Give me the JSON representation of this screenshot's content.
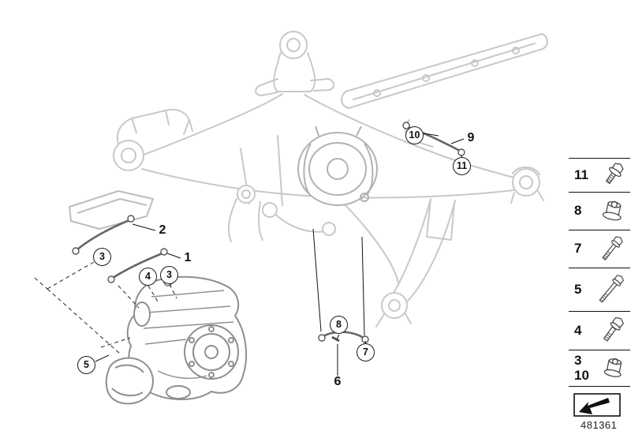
{
  "diagram": {
    "code": "481361",
    "callouts": [
      {
        "label": "10"
      },
      {
        "label": "11"
      },
      {
        "label": "3"
      },
      {
        "label": "4"
      },
      {
        "label": "3"
      },
      {
        "label": "5"
      },
      {
        "label": "8"
      },
      {
        "label": "7"
      }
    ],
    "labels": [
      {
        "label": "9"
      },
      {
        "label": "2"
      },
      {
        "label": "1"
      },
      {
        "label": "6"
      }
    ]
  },
  "sidebar": {
    "items": [
      {
        "number": "11",
        "icon": "flange-screw-icon"
      },
      {
        "number": "8",
        "icon": "flange-nut-icon"
      },
      {
        "number": "7",
        "icon": "hex-screw-icon"
      },
      {
        "number": "5",
        "icon": "hex-screw-long-icon"
      },
      {
        "number": "4",
        "icon": "hex-screw-icon"
      },
      {
        "number": "3",
        "number_secondary": "10",
        "icon": "flange-nut-icon"
      }
    ],
    "direction_arrow_icon": "direction-of-travel-arrow"
  }
}
